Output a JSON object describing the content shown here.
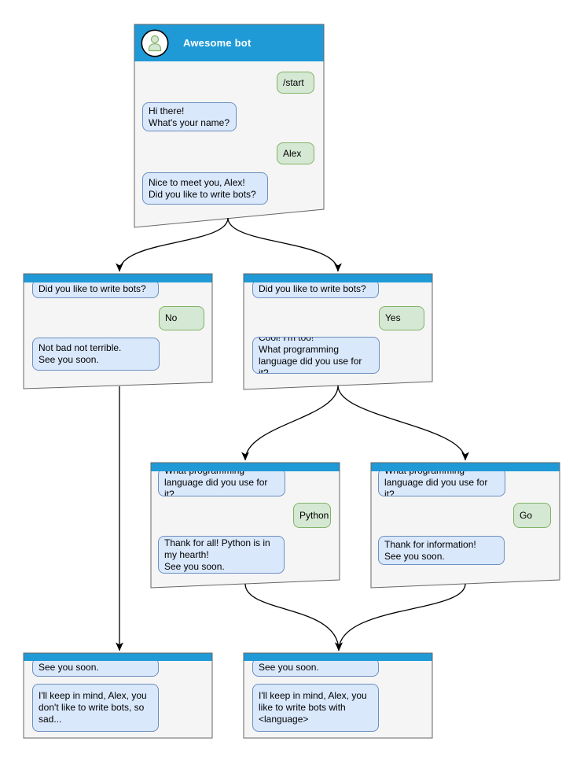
{
  "colors": {
    "header_blue": "#1f9ad7",
    "window_bg": "#f5f5f5",
    "window_border": "#666666",
    "bot_bubble_bg": "#dae8fc",
    "bot_bubble_border": "#6c8ebf",
    "user_bubble_bg": "#d5e8d4",
    "user_bubble_border": "#82b366",
    "arrow": "#000000"
  },
  "windows": [
    {
      "id": "start",
      "title": "Awesome bot",
      "messages": [
        {
          "from": "user",
          "text": "/start"
        },
        {
          "from": "bot",
          "text": "Hi there!\nWhat's your name?"
        },
        {
          "from": "user",
          "text": "Alex"
        },
        {
          "from": "bot",
          "text": "Nice to meet you, Alex!\nDid you like to write bots?"
        }
      ]
    },
    {
      "id": "branch-no",
      "messages": [
        {
          "from": "bot",
          "text": "Did you like to write bots?"
        },
        {
          "from": "user",
          "text": "No"
        },
        {
          "from": "bot",
          "text": "Not bad not terrible.\nSee you soon."
        }
      ]
    },
    {
      "id": "branch-yes",
      "messages": [
        {
          "from": "bot",
          "text": "Did you like to write bots?"
        },
        {
          "from": "user",
          "text": "Yes"
        },
        {
          "from": "bot",
          "text": "Cool! I'm too!\nWhat programming\nlanguage did you use for it?"
        }
      ]
    },
    {
      "id": "lang-python",
      "messages": [
        {
          "from": "bot",
          "text": "What programming\nlanguage did you use for it?"
        },
        {
          "from": "user",
          "text": "Python"
        },
        {
          "from": "bot",
          "text": "Thank for all! Python is in\nmy hearth!\nSee you soon."
        }
      ]
    },
    {
      "id": "lang-go",
      "messages": [
        {
          "from": "bot",
          "text": "What programming\nlanguage did you use for it?"
        },
        {
          "from": "user",
          "text": "Go"
        },
        {
          "from": "bot",
          "text": "Thank for information!\nSee you soon."
        }
      ]
    },
    {
      "id": "end-no",
      "messages": [
        {
          "from": "bot",
          "text": "See you soon."
        },
        {
          "from": "bot",
          "text": "I'll keep in mind, Alex, you\ndon't like to write bots, so\nsad..."
        }
      ]
    },
    {
      "id": "end-yes",
      "messages": [
        {
          "from": "bot",
          "text": "See you soon."
        },
        {
          "from": "bot",
          "text": "I'll keep in mind, Alex, you\nlike to write bots with\n<language>"
        }
      ]
    }
  ],
  "edges": [
    {
      "from": "start",
      "to": "branch-no"
    },
    {
      "from": "start",
      "to": "branch-yes"
    },
    {
      "from": "branch-no",
      "to": "end-no"
    },
    {
      "from": "branch-yes",
      "to": "lang-python"
    },
    {
      "from": "branch-yes",
      "to": "lang-go"
    },
    {
      "from": "lang-python",
      "to": "end-yes"
    },
    {
      "from": "lang-go",
      "to": "end-yes"
    }
  ]
}
